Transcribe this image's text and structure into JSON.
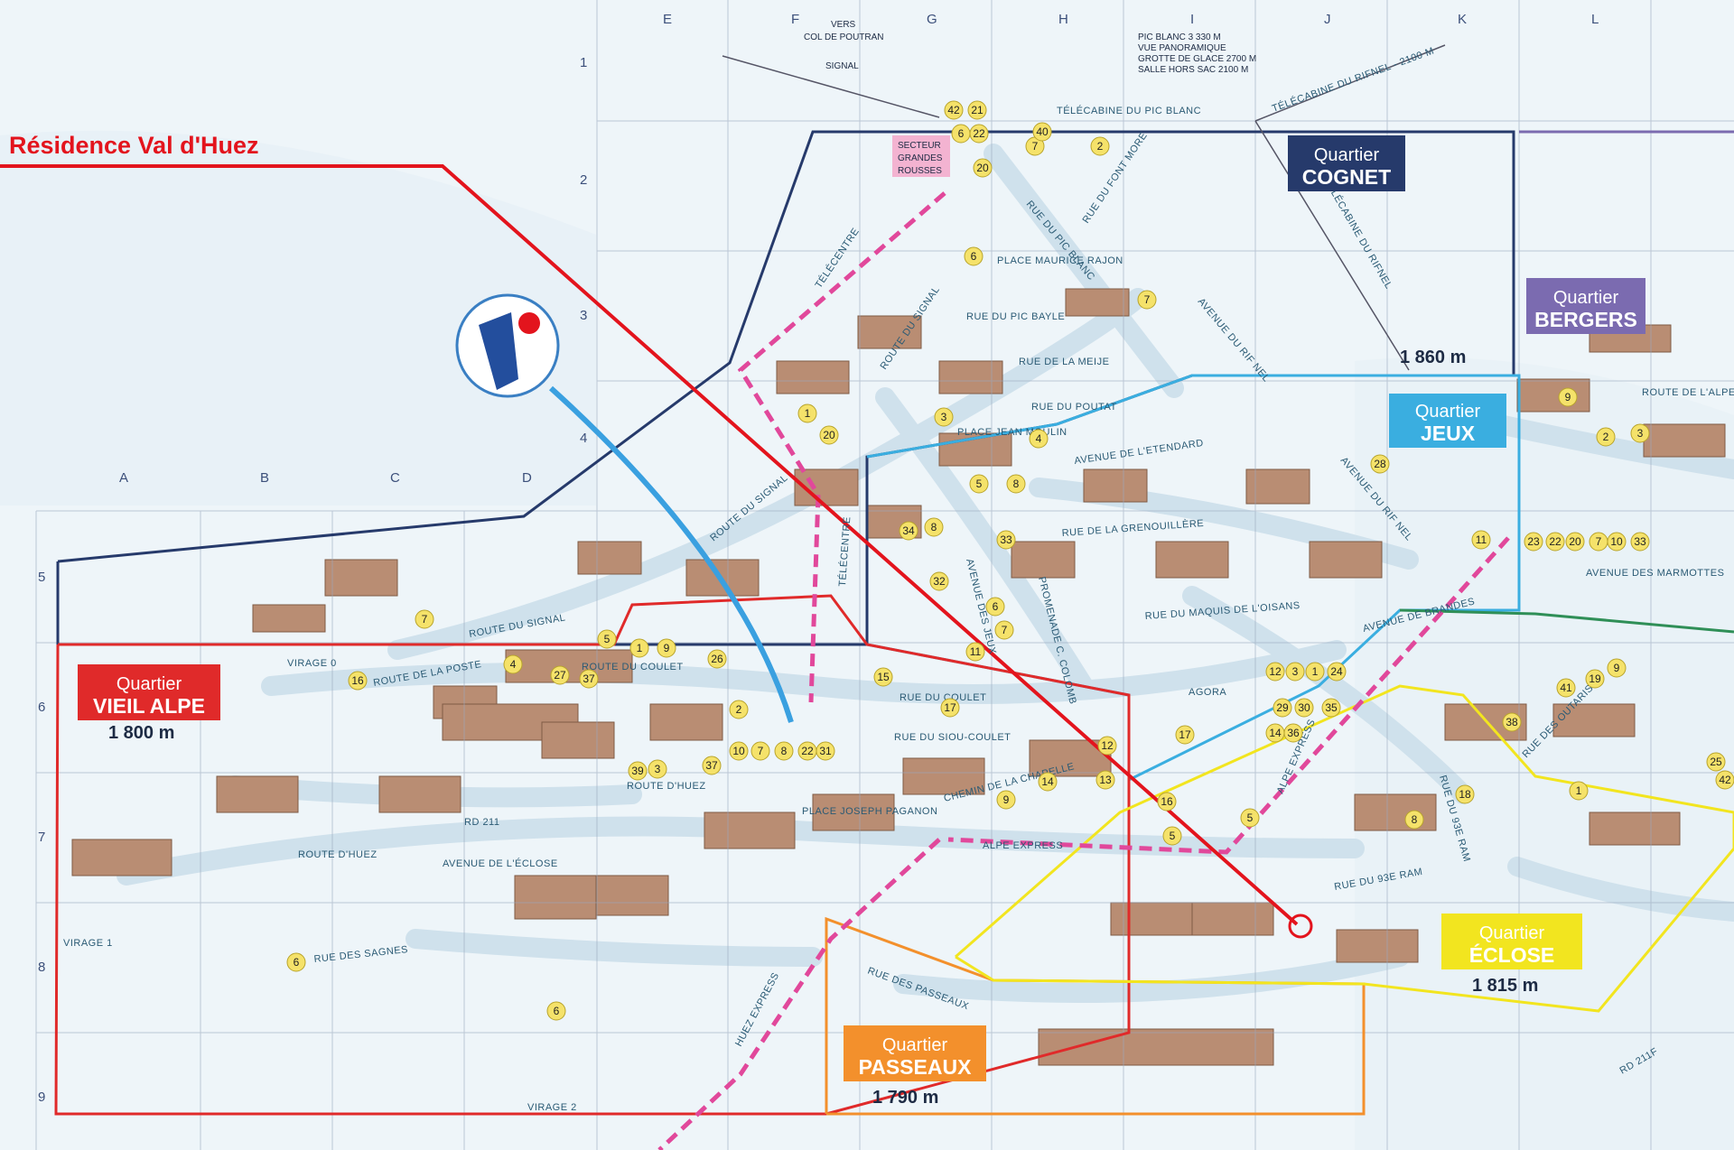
{
  "title": "Résidence Val d'Huez",
  "grid": {
    "columns": [
      "A",
      "B",
      "C",
      "D",
      "E",
      "F",
      "G",
      "H",
      "I",
      "J",
      "K",
      "L"
    ],
    "rows": [
      "1",
      "2",
      "3",
      "4",
      "5",
      "6",
      "7",
      "8",
      "9"
    ]
  },
  "quartiers": [
    {
      "title": "Quartier",
      "name": "COGNET",
      "altitude": "1 860 m",
      "color": "#263a6b"
    },
    {
      "title": "Quartier",
      "name": "BERGERS",
      "altitude": "",
      "color": "#7b6bb0"
    },
    {
      "title": "Quartier",
      "name": "JEUX",
      "altitude": "",
      "color": "#3aaee0"
    },
    {
      "title": "Quartier",
      "name": "VIEIL ALPE",
      "altitude": "1 800 m",
      "color": "#e02a2a"
    },
    {
      "title": "Quartier",
      "name": "PASSEAUX",
      "altitude": "1 790 m",
      "color": "#f3902c"
    },
    {
      "title": "Quartier",
      "name": "ÉCLOSE",
      "altitude": "1 815 m",
      "color": "#f2e51f"
    }
  ],
  "peaks": [
    "PIC BLANC 3 330 M",
    "VUE PANORAMIQUE",
    "GROTTE DE GLACE 2700 M",
    "SALLE HORS SAC 2100 M"
  ],
  "top_labels": {
    "vers": "VERS",
    "col": "COL DE POUTRAN",
    "signal": "SIGNAL",
    "secteur": [
      "SECTEUR",
      "GRANDES",
      "ROUSSES"
    ]
  },
  "lifts": [
    "TÉLÉCABINE DU PIC BLANC",
    "TÉLÉCABINE DU RIFNEL - 2100 M",
    "TÉLÉCABINE DU RIFNEL",
    "TÉLÉCENTRE",
    "TÉLÉCENTRE",
    "ALPE EXPRESS",
    "ALPE EXPRESS",
    "HUEZ EXPRESS"
  ],
  "streets": [
    "ROUTE DU SIGNAL",
    "ROUTE DU SIGNAL",
    "ROUTE DU SIGNAL",
    "RUE DU PIC BLANC",
    "RUE DU FONT MORE",
    "PLACE MAURICE RAJON",
    "RUE DU PIC BAYLE",
    "RUE DE LA MEIJE",
    "RUE DU POUTAT",
    "AVENUE DU RIF NEL",
    "AVENUE DU RIF NEL",
    "PLACE JEAN MOULIN",
    "AVENUE DE L'ETENDARD",
    "RUE DE LA GRENOUILLÈRE",
    "RUE DU MAQUIS DE L'OISANS",
    "PROMENADE C. COLOMB",
    "AVENUE DE BRANDES",
    "AVENUE DES JEUX",
    "AVENUE DES MARMOTTES",
    "ROUTE DE L'ALPE",
    "ROUTE DE LA POSTE",
    "ROUTE DU COULET",
    "RUE DU COULET",
    "RUE DU SIOU-COULET",
    "CHEMIN DE LA CHAPELLE",
    "ROUTE D'HUEZ",
    "ROUTE D'HUEZ",
    "RD 211",
    "AVENUE DE L'ÉCLOSE",
    "PLACE JOSEPH PAGANON",
    "RUE DES SAGNES",
    "RUE DES PASSEAUX",
    "RUE DES OUTARIS",
    "RUE DU 93E RAM",
    "RUE DU 93E RAM",
    "RD 211F",
    "AGORA",
    "VIRAGE 0",
    "VIRAGE 1",
    "VIRAGE 2"
  ],
  "numbers": [
    "42",
    "21",
    "6",
    "22",
    "7",
    "20",
    "40",
    "2",
    "6",
    "7",
    "8",
    "1",
    "20",
    "3",
    "4",
    "5",
    "8",
    "6",
    "7",
    "33",
    "34",
    "32",
    "11",
    "28",
    "11",
    "9",
    "2",
    "3",
    "23",
    "22",
    "20",
    "7",
    "10",
    "33",
    "5",
    "1",
    "9",
    "4",
    "27",
    "37",
    "26",
    "16",
    "7",
    "2",
    "15",
    "17",
    "12",
    "13",
    "14",
    "9",
    "10",
    "7",
    "8",
    "22",
    "31",
    "39",
    "3",
    "37",
    "12",
    "3",
    "1",
    "24",
    "29",
    "30",
    "35",
    "14",
    "36",
    "17",
    "16",
    "5",
    "5",
    "8",
    "18",
    "38",
    "41",
    "19",
    "9",
    "25",
    "42",
    "6",
    "6",
    "1"
  ],
  "colors": {
    "hotel_route": "#e3141d",
    "tourist_route": "#3aa0e0",
    "lift": "#e1489b",
    "grid": "#9aa9be"
  }
}
